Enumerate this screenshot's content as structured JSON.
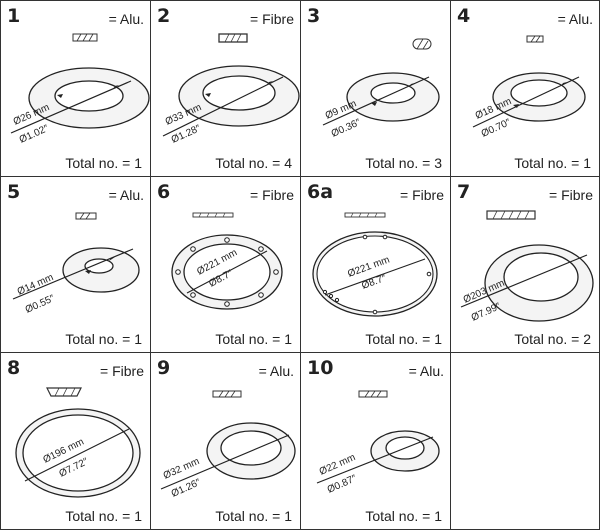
{
  "items": [
    {
      "number": "1",
      "material": "= Alu.",
      "dia_mm": "Ø26 mm",
      "dia_in": "Ø1.02″",
      "total": "Total no. = 1"
    },
    {
      "number": "2",
      "material": "= Fibre",
      "dia_mm": "Ø33 mm",
      "dia_in": "Ø1.28″",
      "total": "Total no. = 4"
    },
    {
      "number": "3",
      "material": "",
      "dia_mm": "Ø9 mm",
      "dia_in": "Ø0.36″",
      "total": "Total no. = 3"
    },
    {
      "number": "4",
      "material": "= Alu.",
      "dia_mm": "Ø18 mm",
      "dia_in": "Ø0.70″",
      "total": "Total no. = 1"
    },
    {
      "number": "5",
      "material": "= Alu.",
      "dia_mm": "Ø14 mm",
      "dia_in": "Ø0.55″",
      "total": "Total no. = 1"
    },
    {
      "number": "6",
      "material": "= Fibre",
      "dia_mm": "Ø221 mm",
      "dia_in": "Ø8.7″",
      "total": "Total no. = 1"
    },
    {
      "number": "6a",
      "material": "= Fibre",
      "dia_mm": "Ø221 mm",
      "dia_in": "Ø8.7″",
      "total": "Total no. = 1"
    },
    {
      "number": "7",
      "material": "= Fibre",
      "dia_mm": "Ø203 mm",
      "dia_in": "Ø7.99″",
      "total": "Total no. = 2"
    },
    {
      "number": "8",
      "material": "= Fibre",
      "dia_mm": "Ø196 mm",
      "dia_in": "Ø7.72″",
      "total": "Total no. = 1"
    },
    {
      "number": "9",
      "material": "= Alu.",
      "dia_mm": "Ø32 mm",
      "dia_in": "Ø1.26″",
      "total": "Total no. = 1"
    },
    {
      "number": "10",
      "material": "= Alu.",
      "dia_mm": "Ø22 mm",
      "dia_in": "Ø0.87″",
      "total": "Total no. = 1"
    }
  ]
}
